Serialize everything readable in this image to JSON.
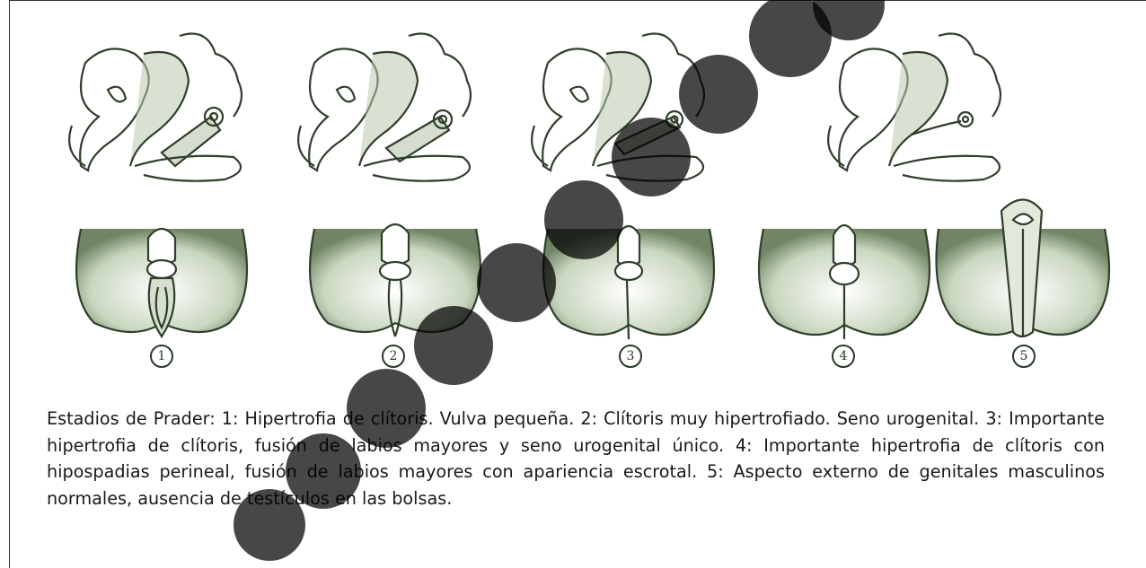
{
  "stage_numbers": [
    "1",
    "2",
    "3",
    "4",
    "5"
  ],
  "caption": "Estadios de Prader: 1: Hipertrofia de clítoris. Vulva pequeña. 2: Clítoris muy hipertrofiado. Seno urogenital. 3: Importante hipertrofia de clítoris, fusión de labios mayores y seno urogenital único. 4: Importante hipertrofia de clítoris con hipospadias perineal, fusión de labios mayores con apariencia escrotal. 5: Aspecto externo de genitales masculinos normales, ausencia de testículos en las bolsas.",
  "colors": {
    "ink": "#2f3f2a",
    "tint": "#b9c8ae",
    "watermark": "#000000"
  }
}
